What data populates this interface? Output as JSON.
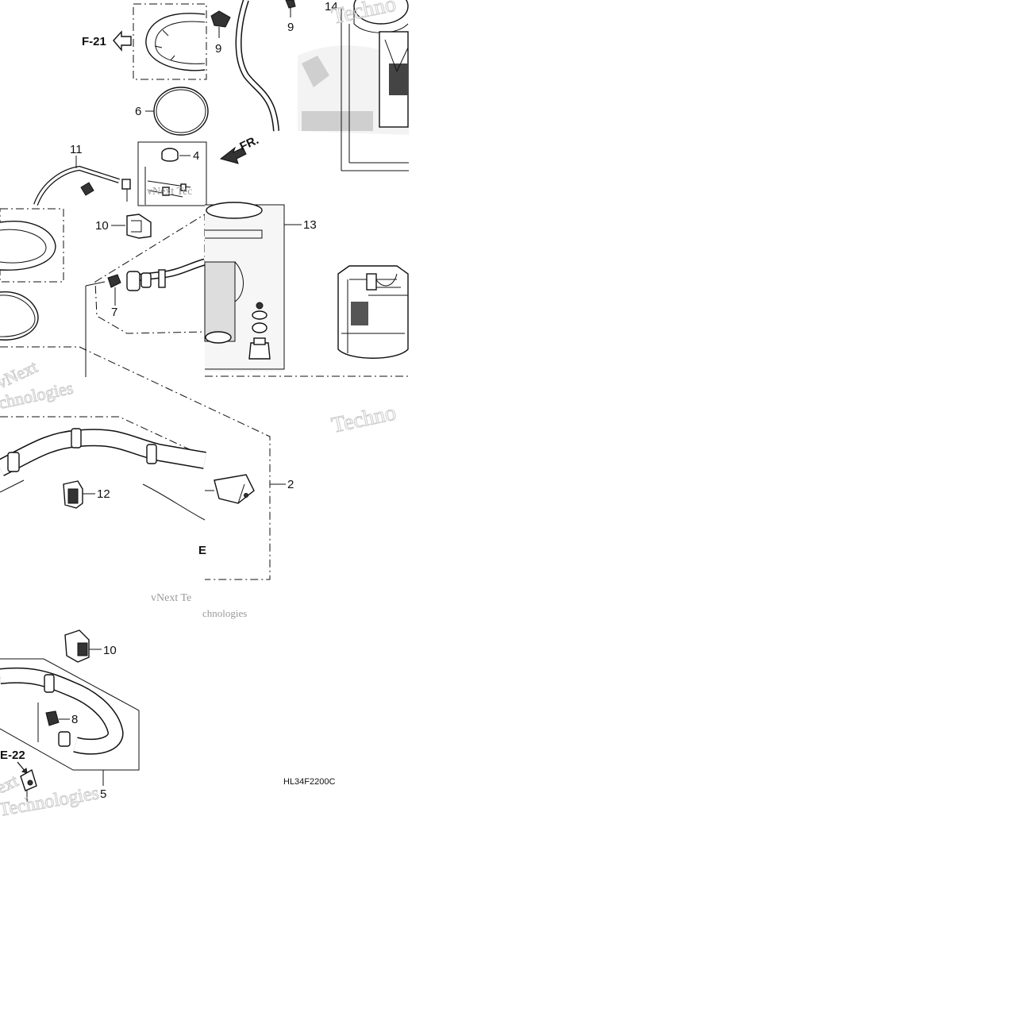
{
  "diagram": {
    "callouts": {
      "c2": "2",
      "c4": "4",
      "c5": "5",
      "c6": "6",
      "c7": "7",
      "c8": "8",
      "c9a": "9",
      "c9b": "9",
      "c10a": "10",
      "c10b": "10",
      "c11": "11",
      "c12": "12",
      "c13": "13",
      "c14": "14"
    },
    "references": {
      "f21": "F-21",
      "e22": "E-22",
      "front": "FR.",
      "clipped_letter": "E"
    },
    "drawing_code": "HL34F2200C",
    "watermarks": {
      "w1": "Techno",
      "w2": "vNext Tec",
      "w3": "Techno",
      "w4": "vNext Te",
      "w5": "chnologies",
      "w6": "Technologies",
      "w7": "vNext",
      "w8": "chnologies",
      "w9": "ext"
    }
  }
}
